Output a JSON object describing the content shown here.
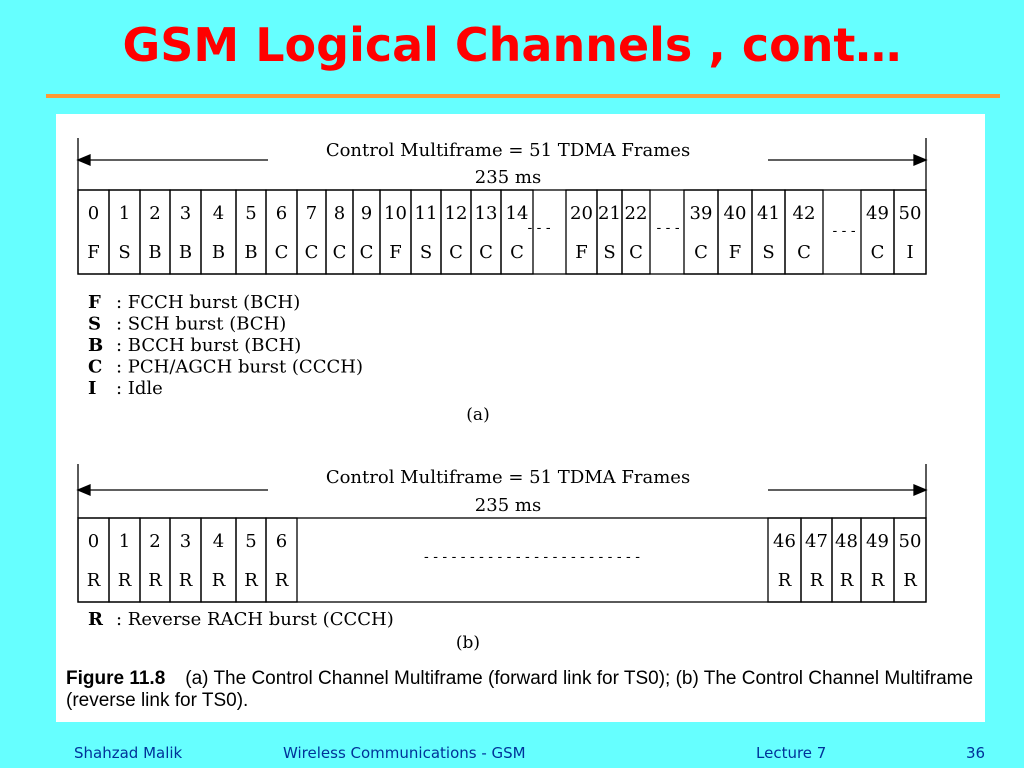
{
  "slide": {
    "title": "GSM Logical Channels , cont…",
    "footer": {
      "author": "Shahzad Malik",
      "course": "Wireless Communications - GSM",
      "lecture": "Lecture 7",
      "page": "36"
    }
  },
  "figure": {
    "caption_label": "Figure 11.8",
    "caption_text": "(a) The Control Channel Multiframe (forward link for TS0); (b) The Control Channel Multiframe (reverse link for TS0).",
    "ellipsis_short": "- - -",
    "ellipsis_long": "- - - - - - - - - - - - - - - - - - - - - - - -",
    "a": {
      "header_line1": "Control Multiframe = 51 TDMA Frames",
      "header_line2": "235 ms",
      "frames": [
        {
          "num": "0",
          "code": "F"
        },
        {
          "num": "1",
          "code": "S"
        },
        {
          "num": "2",
          "code": "B"
        },
        {
          "num": "3",
          "code": "B"
        },
        {
          "num": "4",
          "code": "B"
        },
        {
          "num": "5",
          "code": "B"
        },
        {
          "num": "6",
          "code": "C"
        },
        {
          "num": "7",
          "code": "C"
        },
        {
          "num": "8",
          "code": "C"
        },
        {
          "num": "9",
          "code": "C"
        },
        {
          "num": "10",
          "code": "F"
        },
        {
          "num": "11",
          "code": "S"
        },
        {
          "num": "12",
          "code": "C"
        },
        {
          "num": "13",
          "code": "C"
        },
        {
          "num": "14",
          "code": "C"
        },
        {
          "num": "20",
          "code": "F"
        },
        {
          "num": "21",
          "code": "S"
        },
        {
          "num": "22",
          "code": "C"
        },
        {
          "num": "39",
          "code": "C"
        },
        {
          "num": "40",
          "code": "F"
        },
        {
          "num": "41",
          "code": "S"
        },
        {
          "num": "42",
          "code": "C"
        },
        {
          "num": "49",
          "code": "C"
        },
        {
          "num": "50",
          "code": "I"
        }
      ],
      "legend": [
        {
          "key": "F",
          "desc": ": FCCH burst (BCH)"
        },
        {
          "key": "S",
          "desc": ": SCH burst (BCH)"
        },
        {
          "key": "B",
          "desc": ": BCCH burst (BCH)"
        },
        {
          "key": "C",
          "desc": ": PCH/AGCH burst (CCCH)"
        },
        {
          "key": "I",
          "desc": ": Idle"
        }
      ],
      "label": "(a)"
    },
    "b": {
      "header_line1": "Control Multiframe = 51 TDMA Frames",
      "header_line2": "235 ms",
      "frames": [
        {
          "num": "0",
          "code": "R"
        },
        {
          "num": "1",
          "code": "R"
        },
        {
          "num": "2",
          "code": "R"
        },
        {
          "num": "3",
          "code": "R"
        },
        {
          "num": "4",
          "code": "R"
        },
        {
          "num": "5",
          "code": "R"
        },
        {
          "num": "6",
          "code": "R"
        },
        {
          "num": "46",
          "code": "R"
        },
        {
          "num": "47",
          "code": "R"
        },
        {
          "num": "48",
          "code": "R"
        },
        {
          "num": "49",
          "code": "R"
        },
        {
          "num": "50",
          "code": "R"
        }
      ],
      "legend": [
        {
          "key": "R",
          "desc": ": Reverse RACH burst (CCCH)"
        }
      ],
      "label": "(b)"
    }
  }
}
